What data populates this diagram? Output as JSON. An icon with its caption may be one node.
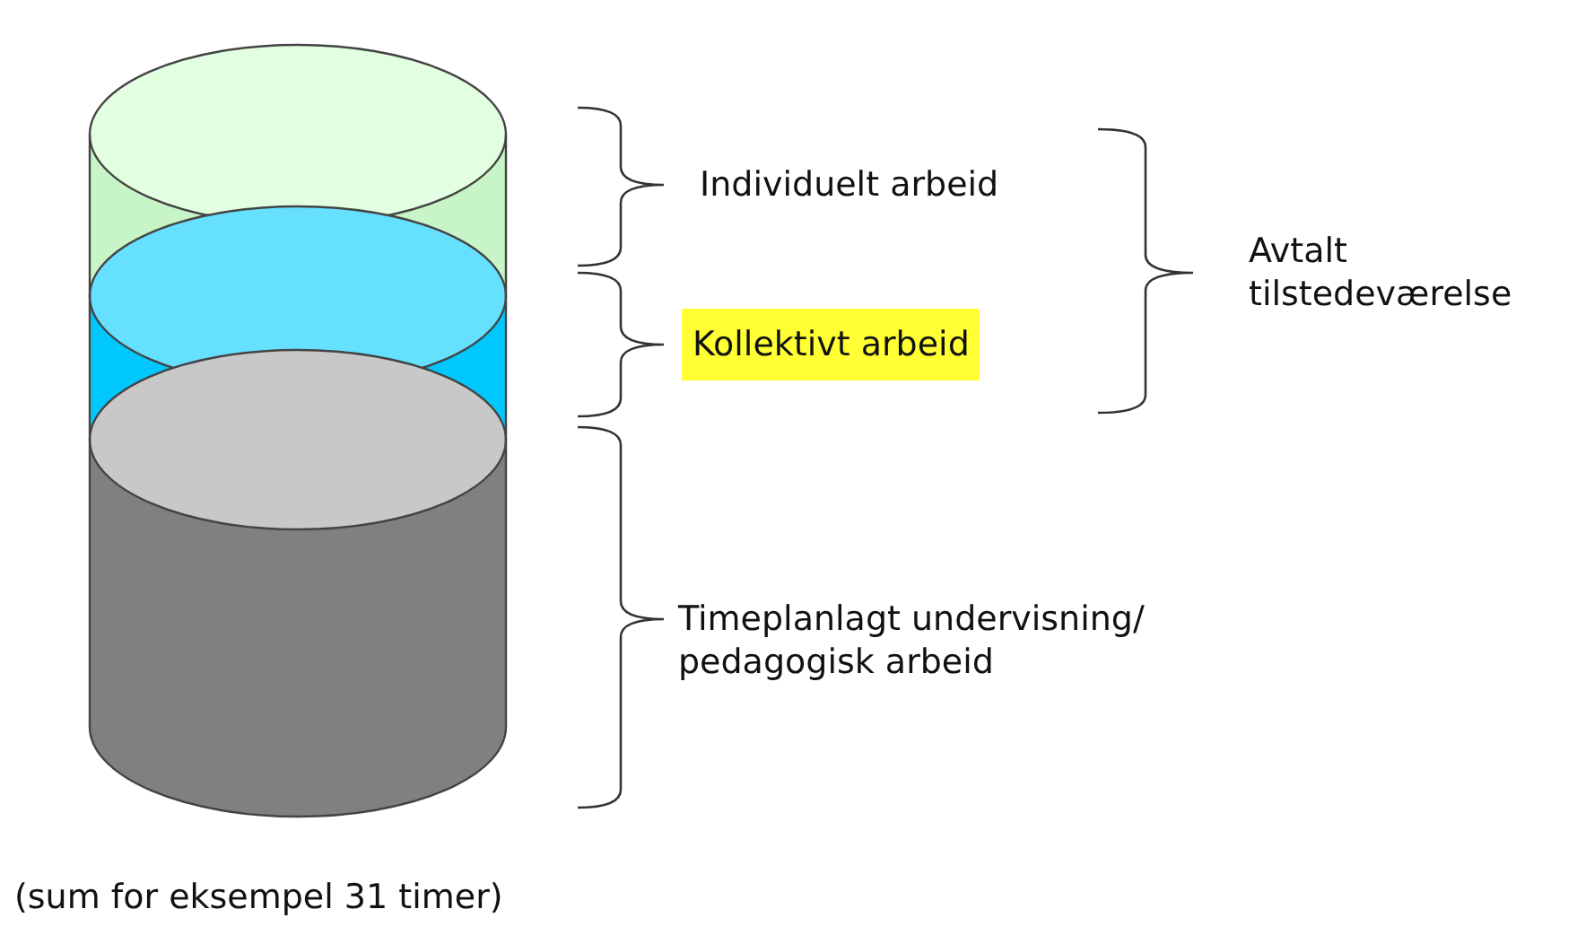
{
  "diagram": {
    "caption": "(sum for eksempel 31 timer)",
    "labels": [
      "Individuelt arbeid",
      "Kollektivt arbeid",
      "Avtalt tilstedeværelse",
      "Timeplanlagt undervisning/ pedagogisk arbeid"
    ]
  }
}
